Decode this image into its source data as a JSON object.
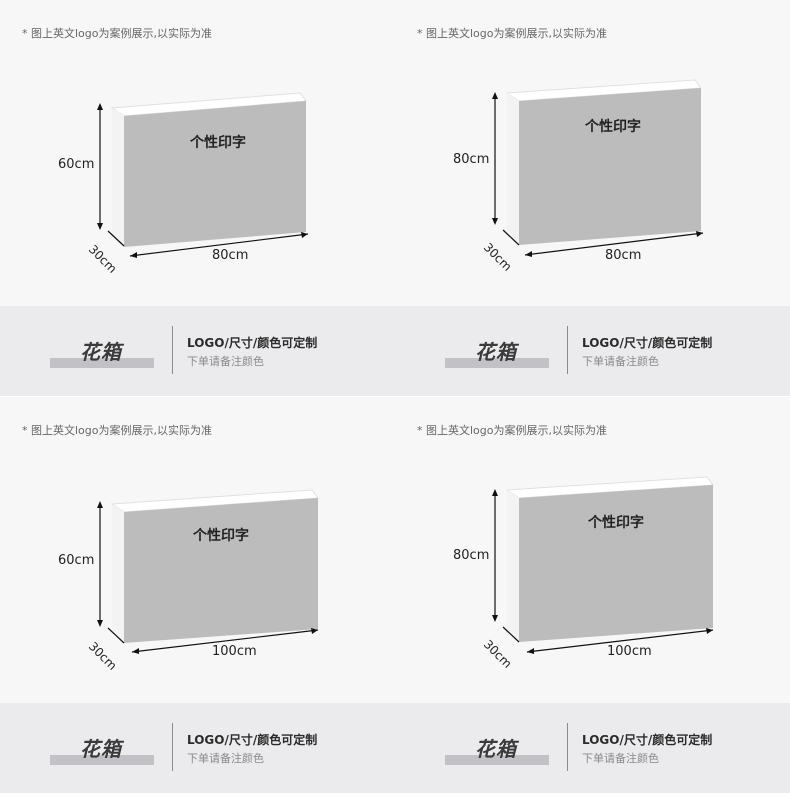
{
  "panels": [
    {
      "note": "* 图上英文logo为案例展示,以实际为准",
      "print": "个性印字",
      "height": "60cm",
      "depth": "30cm",
      "width": "80cm",
      "title": "花箱",
      "spec": "LOGO/尺寸/颜色可定制",
      "sub": "下单请备注颜色"
    },
    {
      "note": "* 图上英文logo为案例展示,以实际为准",
      "print": "个性印字",
      "height": "80cm",
      "depth": "30cm",
      "width": "80cm",
      "title": "花箱",
      "spec": "LOGO/尺寸/颜色可定制",
      "sub": "下单请备注颜色"
    },
    {
      "note": "* 图上英文logo为案例展示,以实际为准",
      "print": "个性印字",
      "height": "60cm",
      "depth": "30cm",
      "width": "100cm",
      "title": "花箱",
      "spec": "LOGO/尺寸/颜色可定制",
      "sub": "下单请备注颜色"
    },
    {
      "note": "* 图上英文logo为案例展示,以实际为准",
      "print": "个性印字",
      "height": "80cm",
      "depth": "30cm",
      "width": "100cm",
      "title": "花箱",
      "spec": "LOGO/尺寸/颜色可定制",
      "sub": "下单请备注颜色"
    }
  ],
  "colors": {
    "box_face": "#bcbcbc",
    "box_side": "#f2f2f2",
    "band": "#ebebee"
  }
}
